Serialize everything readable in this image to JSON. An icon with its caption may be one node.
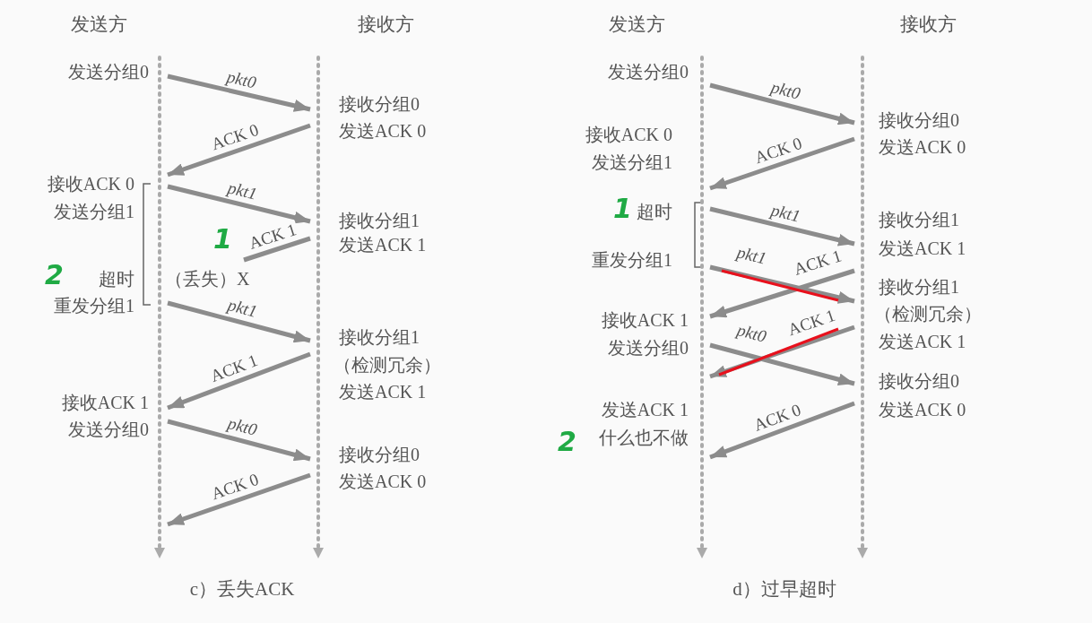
{
  "diagram": {
    "nodes": [
      {
        "text": [
          "发送方"
        ]
      },
      {
        "text": [
          "接收方"
        ]
      },
      {
        "text": [
          "发送方"
        ]
      },
      {
        "text": [
          "接收方"
        ]
      }
    ],
    "edges": [
      {
        "from": 0,
        "to": 1,
        "arrow": "to",
        "label": "pkt0"
      },
      {
        "from": 1,
        "to": 0,
        "arrow": "to",
        "label": "ACK 0"
      },
      {
        "from": 0,
        "to": 1,
        "arrow": "to",
        "label": "pkt1"
      },
      {
        "from": 1,
        "to": null,
        "arrow": "none",
        "label": "ACK 1"
      },
      {
        "from": 0,
        "to": 1,
        "arrow": "to",
        "label": "pkt1"
      },
      {
        "from": 1,
        "to": 0,
        "arrow": "to",
        "label": "ACK 1"
      },
      {
        "from": 0,
        "to": 1,
        "arrow": "to",
        "label": "pkt0"
      },
      {
        "from": 1,
        "to": 0,
        "arrow": "to",
        "label": "ACK 0"
      },
      {
        "from": 2,
        "to": 3,
        "arrow": "to",
        "label": "pkt0"
      },
      {
        "from": 3,
        "to": 2,
        "arrow": "to",
        "label": "ACK 0"
      },
      {
        "from": 2,
        "to": 3,
        "arrow": "to",
        "label": "pkt1"
      },
      {
        "from": 2,
        "to": 3,
        "arrow": "to",
        "label": "pkt1"
      },
      {
        "from": 3,
        "to": 2,
        "arrow": "to",
        "label": "ACK 1"
      },
      {
        "from": 3,
        "to": 2,
        "arrow": "to",
        "label": "ACK 1"
      },
      {
        "from": 2,
        "to": 3,
        "arrow": "to",
        "label": "pkt0"
      },
      {
        "from": 3,
        "to": 2,
        "arrow": "to",
        "label": "ACK 0"
      }
    ],
    "labels": [
      "发送分组0",
      "接收分组0",
      "发送ACK 0",
      "接收ACK 0",
      "发送分组1",
      "接收分组1",
      "发送ACK 1",
      "1",
      "（丢失）X",
      "2",
      "超时",
      "重发分组1",
      "接收分组1",
      "（检测冗余）",
      "发送ACK 1",
      "接收ACK 1",
      "发送分组0",
      "接收分组0",
      "发送ACK 0",
      "c）丢失ACK",
      "发送分组0",
      "接收分组0",
      "发送ACK 0",
      "接收ACK 0",
      "发送分组1",
      "1",
      "超时",
      "接收分组1",
      "发送ACK 1",
      "重发分组1",
      "接收分组1",
      "（检测冗余）",
      "接收ACK 1",
      "发送分组0",
      "发送ACK 1",
      "接收分组0",
      "发送ACK 0",
      "发送ACK 1",
      "2",
      "什么也不做",
      "d）过早超时"
    ]
  }
}
